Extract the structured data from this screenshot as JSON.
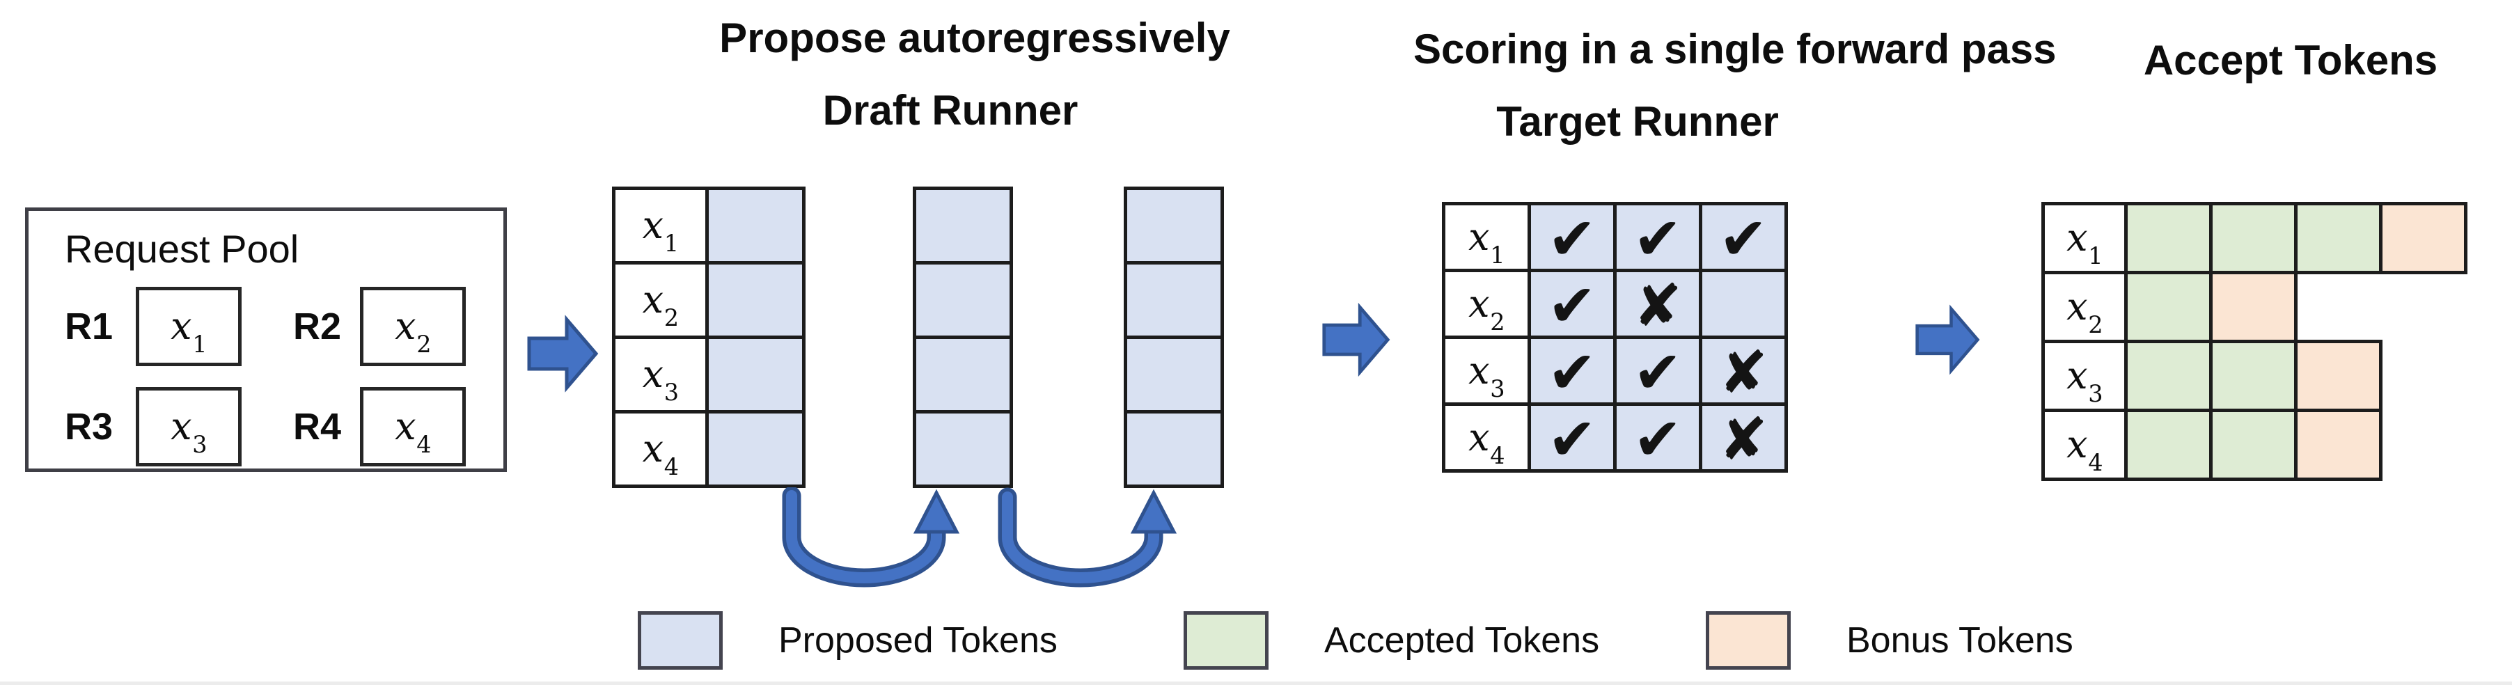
{
  "titles": {
    "propose": "Propose autoregressively",
    "draft_runner": "Draft Runner",
    "scoring": "Scoring in a single forward pass",
    "target_runner": "Target Runner",
    "accept": "Accept Tokens"
  },
  "request_pool": {
    "title": "Request Pool",
    "requests": [
      {
        "id": "R1",
        "base": "x",
        "sub": "1"
      },
      {
        "id": "R2",
        "base": "x",
        "sub": "2"
      },
      {
        "id": "R3",
        "base": "x",
        "sub": "3"
      },
      {
        "id": "R4",
        "base": "x",
        "sub": "4"
      }
    ]
  },
  "draft": {
    "labels": [
      {
        "base": "x",
        "sub": "1"
      },
      {
        "base": "x",
        "sub": "2"
      },
      {
        "base": "x",
        "sub": "3"
      },
      {
        "base": "x",
        "sub": "4"
      }
    ],
    "proposal_columns": 3
  },
  "target": {
    "rows": [
      {
        "base": "x",
        "sub": "1",
        "marks": [
          "✔",
          "✔",
          "✔"
        ]
      },
      {
        "base": "x",
        "sub": "2",
        "marks": [
          "✔",
          "✘",
          ""
        ]
      },
      {
        "base": "x",
        "sub": "3",
        "marks": [
          "✔",
          "✔",
          "✘"
        ]
      },
      {
        "base": "x",
        "sub": "4",
        "marks": [
          "✔",
          "✔",
          "✘"
        ]
      }
    ]
  },
  "accept": {
    "rows": [
      {
        "base": "x",
        "sub": "1",
        "cells": [
          "accepted",
          "accepted",
          "accepted",
          "bonus"
        ]
      },
      {
        "base": "x",
        "sub": "2",
        "cells": [
          "accepted",
          "bonus"
        ]
      },
      {
        "base": "x",
        "sub": "3",
        "cells": [
          "accepted",
          "accepted",
          "bonus"
        ]
      },
      {
        "base": "x",
        "sub": "4",
        "cells": [
          "accepted",
          "accepted",
          "bonus"
        ]
      }
    ]
  },
  "legend": [
    {
      "label": "Proposed Tokens",
      "color": "#d9e1f2"
    },
    {
      "label": "Accepted Tokens",
      "color": "#deecd4"
    },
    {
      "label": "Bonus Tokens",
      "color": "#fbe5d3"
    }
  ],
  "colors": {
    "proposed_fill": "#d9e1f2",
    "accepted_fill": "#deecd4",
    "bonus_fill": "#fbe5d3",
    "arrow_fill": "#4472c4",
    "arrow_outline": "#2f528f",
    "cell_border": "#1c1c1c"
  }
}
